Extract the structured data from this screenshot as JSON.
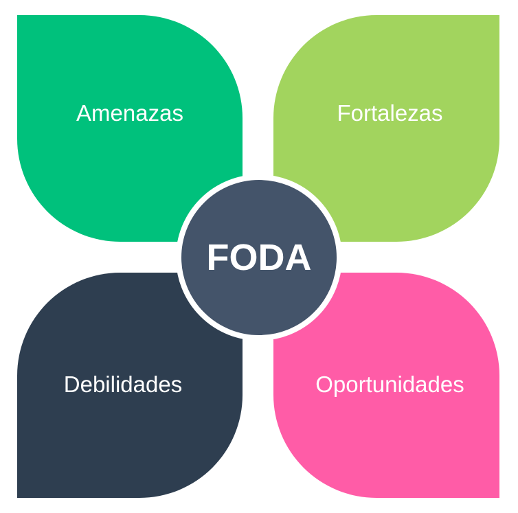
{
  "center": {
    "label": "FODA",
    "color": "#44546a"
  },
  "quadrants": [
    {
      "label": "Amenazas",
      "color": "#00c17c"
    },
    {
      "label": "Fortalezas",
      "color": "#a2d45e"
    },
    {
      "label": "Debilidades",
      "color": "#2e3e50"
    },
    {
      "label": "Oportunidades",
      "color": "#ff5ca7"
    }
  ]
}
